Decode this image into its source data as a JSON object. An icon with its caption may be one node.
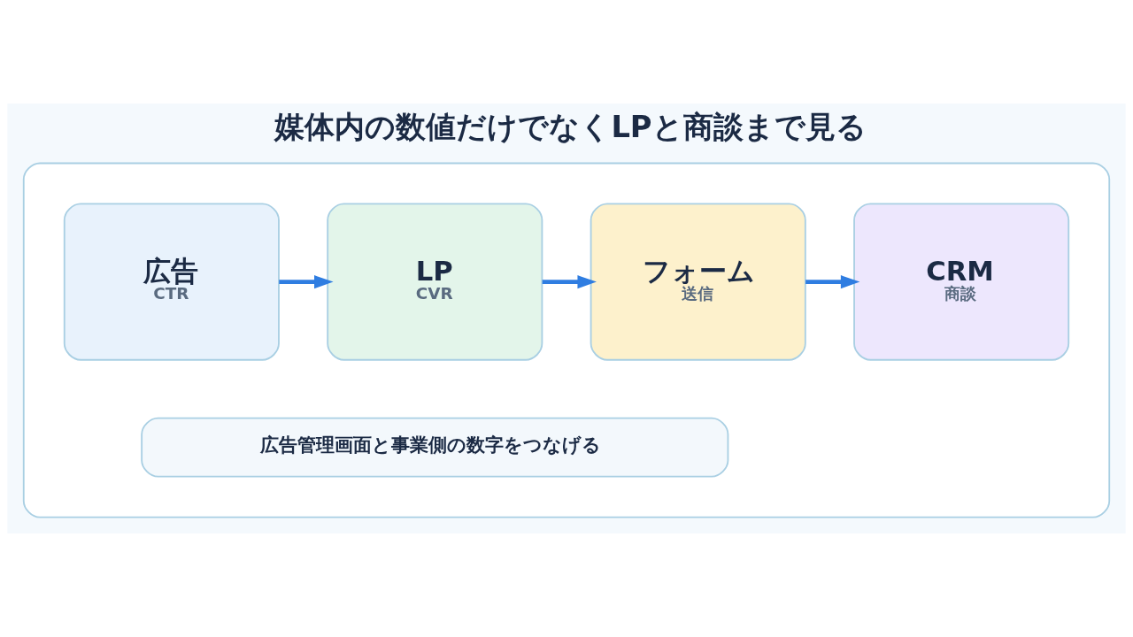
{
  "diagram": {
    "title": "媒体内の数値だけでなくLPと商談まで見る",
    "nodes": [
      {
        "text": [],
        "shape": "box"
      },
      {
        "text": [
          "広告",
          "CTR"
        ],
        "in": 0
      },
      {
        "text": [
          "LP",
          "CVR"
        ],
        "in": 0
      },
      {
        "text": [
          "フォーム",
          "送信"
        ],
        "in": 0
      },
      {
        "text": [
          "CRM",
          "商談"
        ],
        "in": 0
      },
      {
        "text": [
          "広告管理画面と事業側の数字をつなげる"
        ],
        "in": 0
      }
    ],
    "edges": [
      {
        "from": 1,
        "to": 2,
        "arrow": "to"
      },
      {
        "from": 2,
        "to": 3,
        "arrow": "to"
      },
      {
        "from": 3,
        "to": 4,
        "arrow": "to"
      }
    ]
  }
}
